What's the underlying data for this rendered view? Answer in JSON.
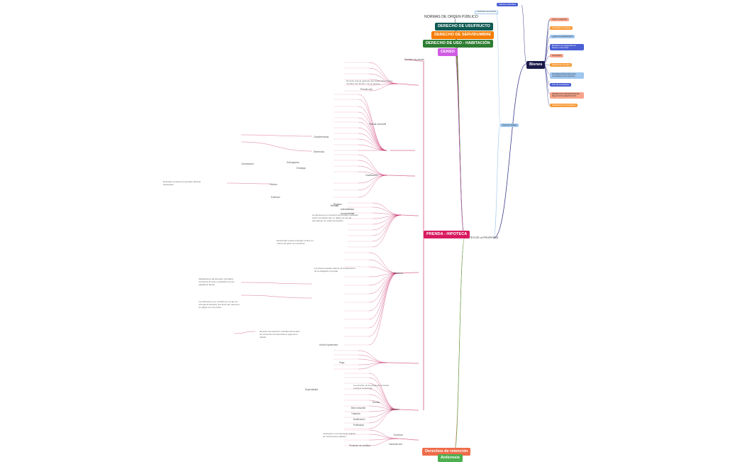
{
  "center": {
    "label": "LIMITES DE LA PROPIEDAD"
  },
  "top_branch": {
    "bienes": "Bienes",
    "right_items": [
      {
        "label": "Tipos o especies",
        "color": "#f8a48a"
      },
      {
        "label": "Propiedad. Concepto",
        "color": "#f79b37"
      },
      {
        "label": "¿Qué es la apariencia?",
        "color": "#9ec6ee"
      },
      {
        "label": "Beneficio de separación de bienes o herencias",
        "color": "#4a5fd4"
      },
      {
        "label": "Usucapión",
        "color": "#f8a48a"
      },
      {
        "label": "Situaciones de pago",
        "color": "#f79b37"
      },
      {
        "label": "Sociedad patrimonial entre compañeros permanentes",
        "color": "#9ec6ee"
      },
      {
        "label": "Tipo de sociedades",
        "color": "#4a5fd4"
      },
      {
        "label": "DERECHOS PATRIMONIALES RELATIVOS CREDITICIOS",
        "color": "#f8a48a"
      },
      {
        "label": "Clasificación de los bienes",
        "color": "#f79b37"
      }
    ],
    "top_right": "Atributos inflexibles",
    "small_upper": "Clasificacion de derechos",
    "small_lower": "Derechos Reales"
  },
  "left_upper": {
    "normas": "NORMAS DE ORDEN PÚBLICO",
    "usufructo": "DERECHO DE USUFRUCTO",
    "servidumbre": "DERECHO DE SERVIDUMBRE",
    "uso": "DERECHO DE USO - HABITACIÓN",
    "censo": "CENSO"
  },
  "prenda": {
    "label": "PRENDA - HIPOTECA"
  },
  "bottom": {
    "retencion": "Derechos de retención",
    "anticresis": "Anticresis"
  },
  "small_labels": {
    "a1": "Contrato de prenda",
    "a2": "Prenda civil",
    "a3": "Prenda mercantil",
    "a4": "Características",
    "a5": "Elementos",
    "a6": "Clasificación",
    "a7": "Efectos",
    "a8": "Extinción",
    "a9": "Registro",
    "a10": "Hipoteca",
    "a11": "Acción hipotecaria",
    "a12": "Pago",
    "a13": "Acreedor",
    "a14": "Deudor",
    "a15": "Bien inmueble",
    "a16": "Tradición",
    "a17": "Notificación",
    "a18": "Escritura",
    "a19": "Garantía real",
    "a20": "Remate",
    "a21": "Embargo",
    "a22": "Indivisibilidad",
    "a23": "Accesoriedad",
    "a24": "Especialidad",
    "a25": "Publicidad",
    "a26": "Prelación de créditos",
    "a27": "Subrogación",
    "a28": "Cancelación"
  },
  "paragraphs": {
    "p1": "Derecho real de garantía que recae sobre bienes muebles del deudor o de un tercero",
    "p2": "La hipoteca es un derecho de prenda constituido sobre inmuebles que no dejan por eso de permanecer en poder del deudor",
    "p3": "El acreedor puede perseguir el bien en manos de quien se encuentre",
    "p4": "Obligaciones del acreedor prendario: conservar la cosa y restituirla una vez pagada la deuda",
    "p5": "La anticresis es un contrato por el que se entrega al acreedor una finca raíz para que se pague con sus frutos",
    "p6": "Derecho de retención: facultad del tenedor de conservar la cosa hasta el pago de lo debido",
    "p7": "Los bienes quedan afectos al cumplimiento de la obligación principal",
    "p8": "La extinción de la obligación principal extingue la garantía",
    "p9": "Inscripción en la oficina de registro de instrumentos públicos",
    "p10": "El deudor conserva la posesión del bien hipotecado"
  },
  "colors": {
    "left_line": "#c2185b",
    "top_line": "#3b3a8c",
    "light_line": "#9ec6ee",
    "bottom_line": "#4caf50",
    "bienes_bg": "#1a1a4a",
    "prenda_bg": "#d81b60",
    "usufructo_bg": "#0f5b53",
    "servidumbre_bg": "#f57c00",
    "uso_bg": "#2e7d32",
    "censo_bg": "#d05ce3",
    "retencion_bg": "#ef6c4a",
    "anticresis_bg": "#4caf50"
  }
}
